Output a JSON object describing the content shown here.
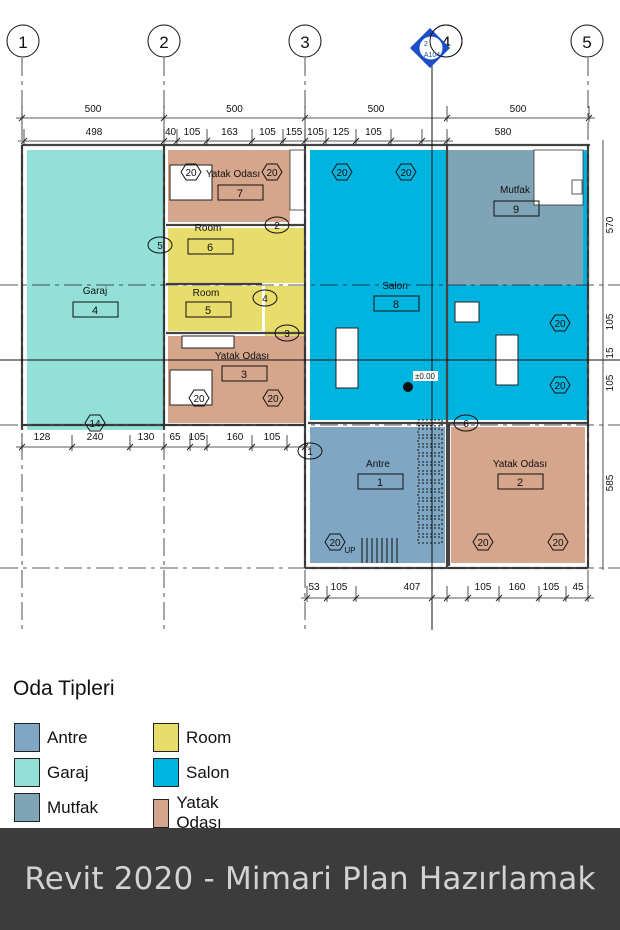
{
  "grid_labels": [
    "1",
    "2",
    "3",
    "4",
    "5"
  ],
  "section_marker": {
    "number": "2",
    "sheet": "A104"
  },
  "dimensions": {
    "top_overall": [
      "500",
      "500",
      "500",
      "500"
    ],
    "top_detail": [
      "498",
      "40",
      "105",
      "163",
      "105",
      "155",
      "105",
      "125",
      "105",
      "580"
    ],
    "bottom_left": [
      "128",
      "240",
      "130",
      "65",
      "105",
      "160",
      "105"
    ],
    "bottom_right": [
      "53",
      "105",
      "407",
      "105",
      "160",
      "105",
      "45"
    ],
    "right": [
      "570",
      "105",
      "15",
      "105",
      "585"
    ]
  },
  "rooms": [
    {
      "name": "Garaj",
      "number": "4",
      "type": "Garaj"
    },
    {
      "name": "Yatak Odası",
      "number": "7",
      "type": "Yatak Odası"
    },
    {
      "name": "Room",
      "number": "6",
      "type": "Room"
    },
    {
      "name": "Room",
      "number": "5",
      "type": "Room"
    },
    {
      "name": "Yatak Odası",
      "number": "3",
      "type": "Yatak Odası"
    },
    {
      "name": "Salon",
      "number": "8",
      "type": "Salon"
    },
    {
      "name": "Mutfak",
      "number": "9",
      "type": "Mutfak"
    },
    {
      "name": "Antre",
      "number": "1",
      "type": "Antre"
    },
    {
      "name": "Yatak Odası",
      "number": "2",
      "type": "Yatak Odası"
    }
  ],
  "window_tags": [
    "20",
    "20",
    "20",
    "20",
    "20",
    "20",
    "20",
    "20",
    "20",
    "20",
    "20",
    "14"
  ],
  "door_tags": [
    "1",
    "2",
    "3",
    "4",
    "5",
    "6"
  ],
  "level_marker": "±0.00",
  "stair_label": "UP",
  "legend": {
    "title": "Oda Tipleri",
    "items": [
      {
        "label": "Antre",
        "color": "#7fa7c4"
      },
      {
        "label": "Garaj",
        "color": "#93e0d8"
      },
      {
        "label": "Mutfak",
        "color": "#7fa4b5"
      },
      {
        "label": "Room",
        "color": "#e8dc6a"
      },
      {
        "label": "Salon",
        "color": "#00b4e0"
      },
      {
        "label": "Yatak Odası",
        "color": "#d5a58c"
      }
    ]
  },
  "footer_title": "Revit 2020 - Mimari Plan Hazırlamak"
}
